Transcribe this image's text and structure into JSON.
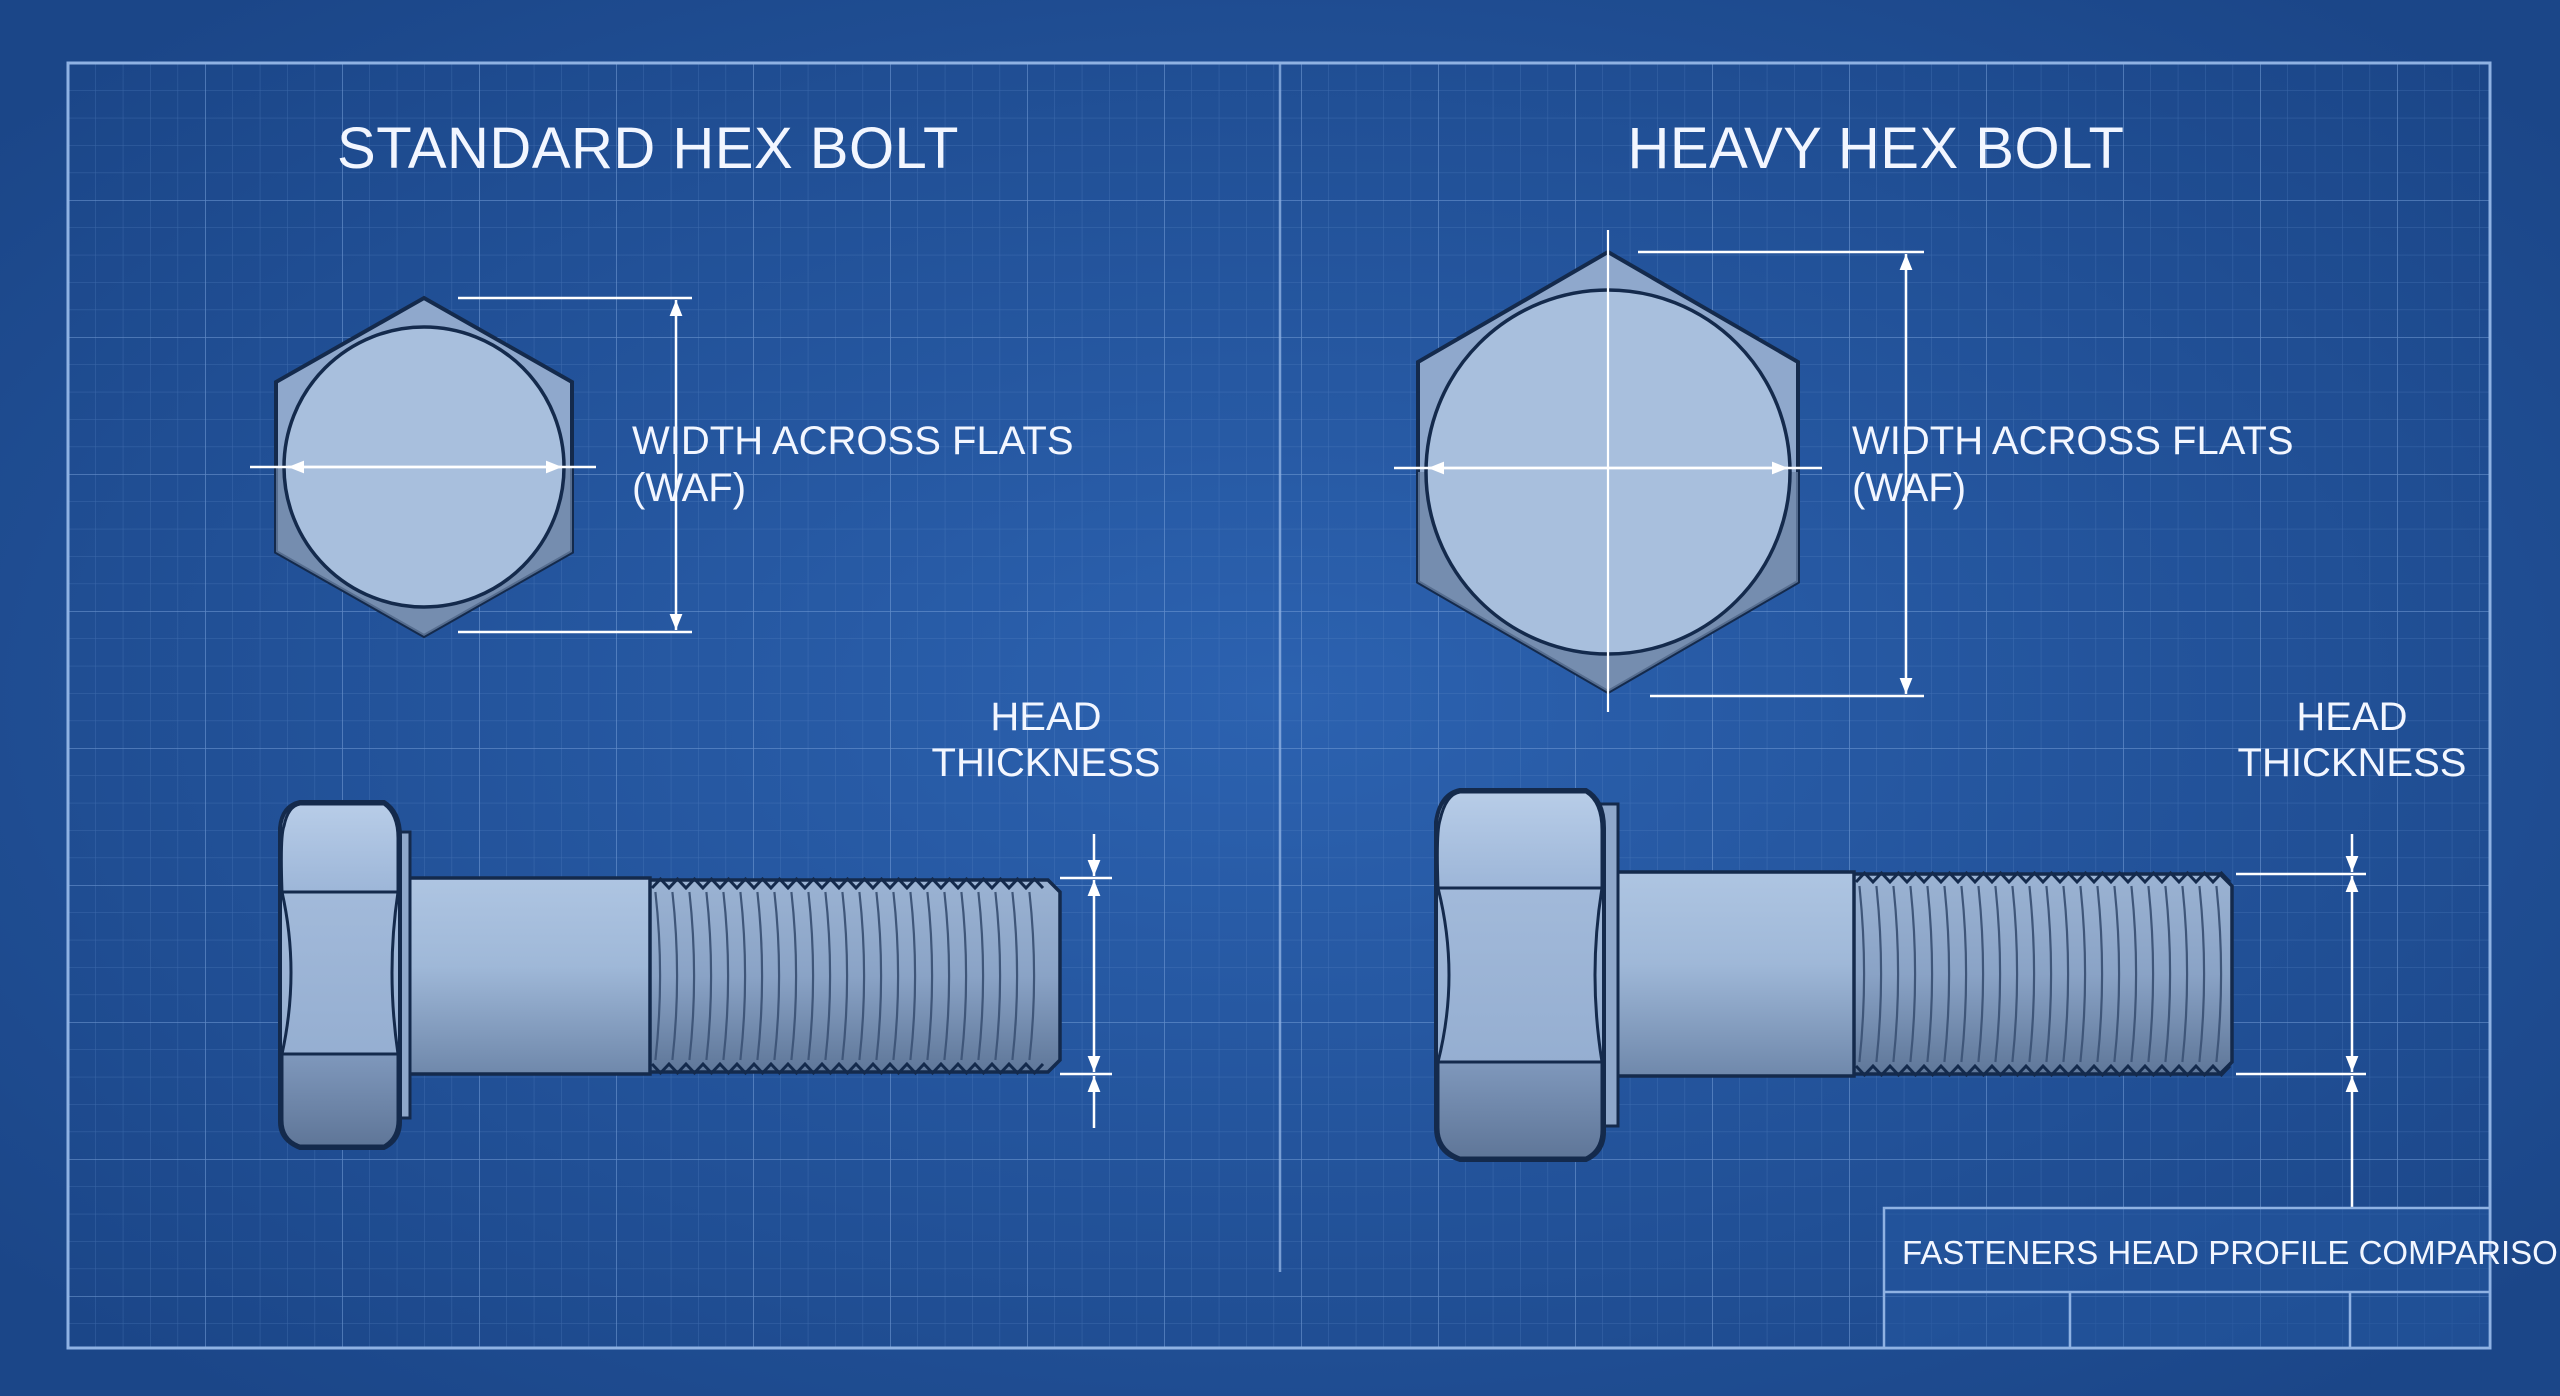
{
  "left_panel": {
    "title": "STANDARD HEX BOLT",
    "waf_label_line1": "WIDTH ACROSS FLATS",
    "waf_label_line2": "(WAF)",
    "head_label_line1": "HEAD",
    "head_label_line2": "THICKNESS"
  },
  "right_panel": {
    "title": "HEAVY HEX BOLT",
    "waf_label_line1": "WIDTH ACROSS FLATS",
    "waf_label_line2": "(WAF)",
    "head_label_line1": "HEAD",
    "head_label_line2": "THICKNESS"
  },
  "title_block": {
    "caption": "FASTENERS HEAD PROFILE COMPARISON"
  },
  "colors": {
    "background": "#1f4f96",
    "grid": "#5b86c6",
    "metal_light": "#b3c9e4",
    "metal_dark": "#6c84a6",
    "outline": "#142a4c",
    "dimension": "#ffffff"
  }
}
